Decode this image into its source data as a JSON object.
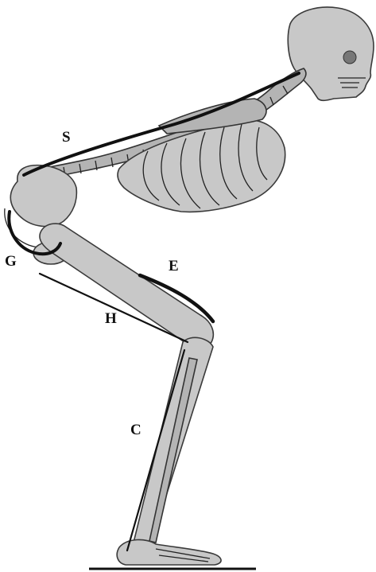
{
  "labels": {
    "s": "S",
    "g": "G",
    "e": "E",
    "h": "H",
    "c": "C"
  },
  "colors": {
    "bone": "#c8c8c8",
    "outline": "#3a3a3a",
    "muscle": "#111111",
    "background": "#ffffff"
  }
}
